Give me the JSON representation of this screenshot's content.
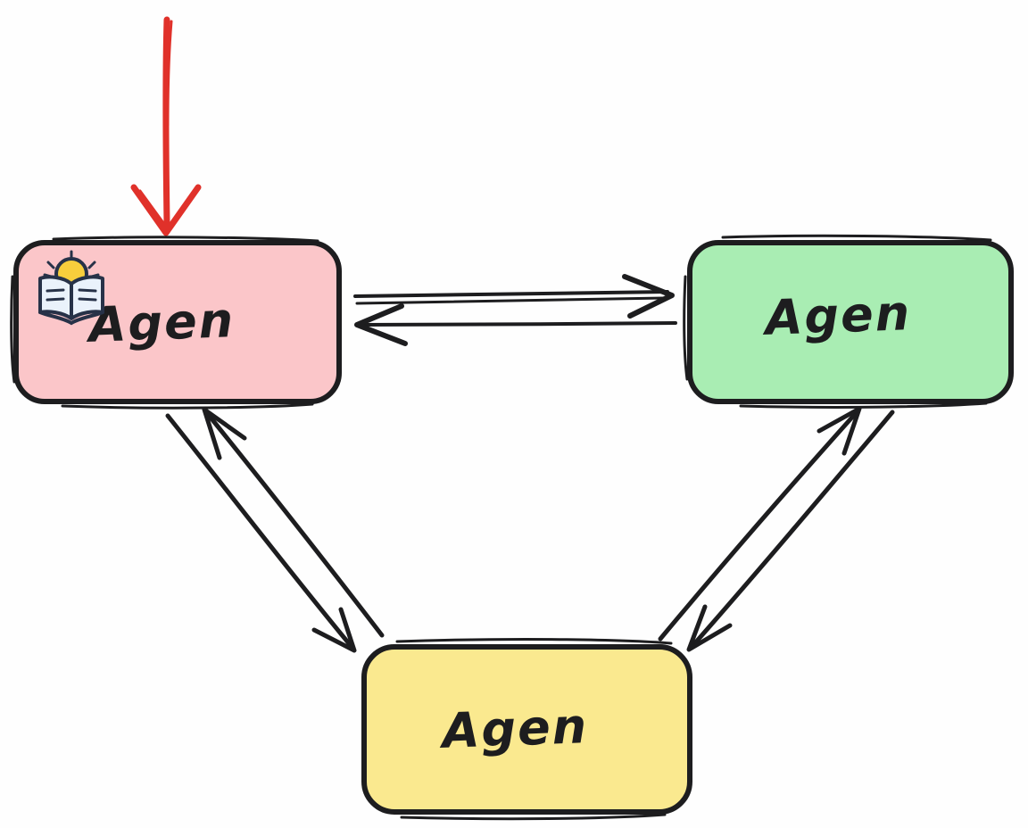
{
  "diagram": {
    "description": "Hand-drawn triangle diagram of three agent boxes exchanging bidirectional arrows, with a red input arrow entering the top-left agent",
    "background_color": "#fefefe",
    "stroke_color": "#1d1d1f",
    "input_arrow": {
      "color": "#e0312a",
      "direction": "down-into-pink-node"
    },
    "nodes": [
      {
        "id": "agent-pink",
        "label": "Agen",
        "fill": "#fbc6c9",
        "border": "#1d1d1f",
        "icon": "open-book-lightbulb-icon",
        "position": "top-left"
      },
      {
        "id": "agent-green",
        "label": "Agen",
        "fill": "#a9edb3",
        "border": "#1d1d1f",
        "icon": null,
        "position": "top-right"
      },
      {
        "id": "agent-yellow",
        "label": "Agen",
        "fill": "#fae98f",
        "border": "#1d1d1f",
        "icon": null,
        "position": "bottom-center"
      }
    ],
    "icon_colors": {
      "bulb_fill": "#f8ce3c",
      "bulb_base": "#c9d4e2",
      "book_page_fill": "#eaf2fb",
      "outline": "#273248"
    },
    "edges": [
      {
        "from": "agent-pink",
        "to": "agent-green",
        "style": "arrow-right"
      },
      {
        "from": "agent-green",
        "to": "agent-pink",
        "style": "arrow-left"
      },
      {
        "from": "agent-pink",
        "to": "agent-yellow",
        "style": "arrow-down-right"
      },
      {
        "from": "agent-yellow",
        "to": "agent-pink",
        "style": "arrow-up-left"
      },
      {
        "from": "agent-yellow",
        "to": "agent-green",
        "style": "arrow-up-right"
      },
      {
        "from": "agent-green",
        "to": "agent-yellow",
        "style": "arrow-down-left"
      }
    ]
  }
}
